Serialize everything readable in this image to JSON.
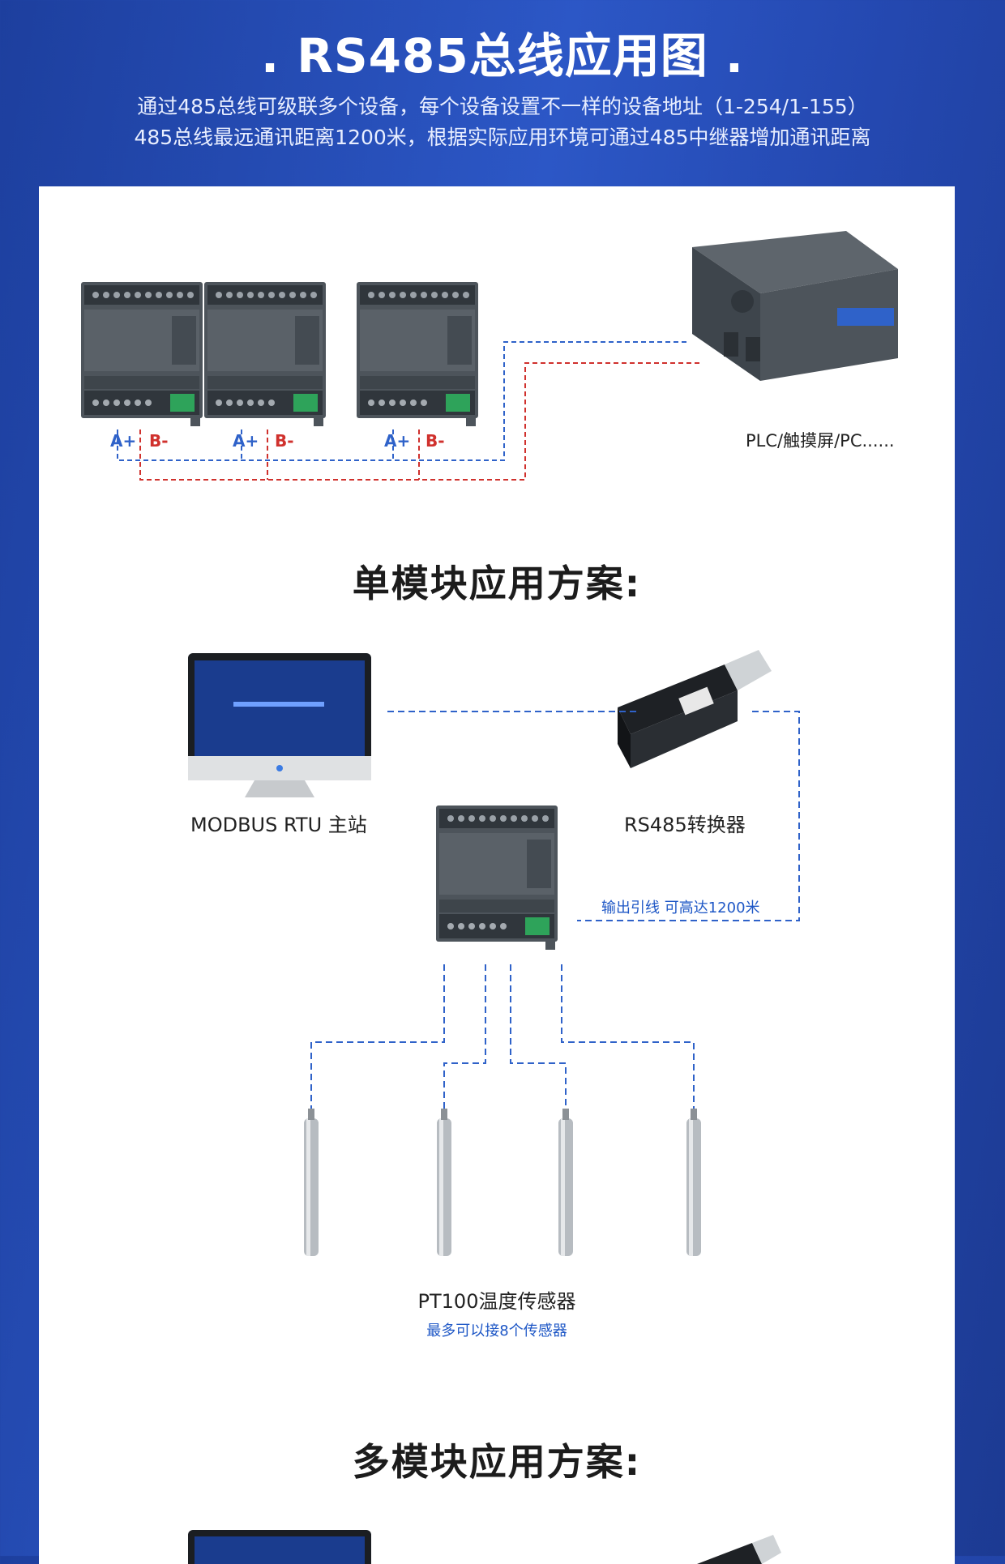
{
  "header": {
    "title": ". RS485总线应用图 .",
    "line1": "通过485总线可级联多个设备，每个设备设置不一样的设备地址（1-254/1-155）",
    "line2": "485总线最远通讯距离1200米，根据实际应用环境可通过485中继器增加通讯距离"
  },
  "bus_diagram": {
    "pins": [
      {
        "a": "A+",
        "b": "B-"
      },
      {
        "a": "A+",
        "b": "B-"
      },
      {
        "a": "A+",
        "b": "B-"
      }
    ],
    "plc_label": "PLC/触摸屏/PC......"
  },
  "single_module": {
    "title": "单模块应用方案:",
    "master_label": "MODBUS RTU 主站",
    "converter_label": "RS485转换器",
    "cable_note": "输出引线 可高达1200米",
    "sensor_label": "PT100温度传感器",
    "sensor_note": "最多可以接8个传感器"
  },
  "multi_module": {
    "title": "多模块应用方案:"
  },
  "colors": {
    "blue_line": "#2f62c9",
    "red_line": "#d0312d",
    "module_body": "#4a5158",
    "terminal_green": "#2ea35a"
  }
}
